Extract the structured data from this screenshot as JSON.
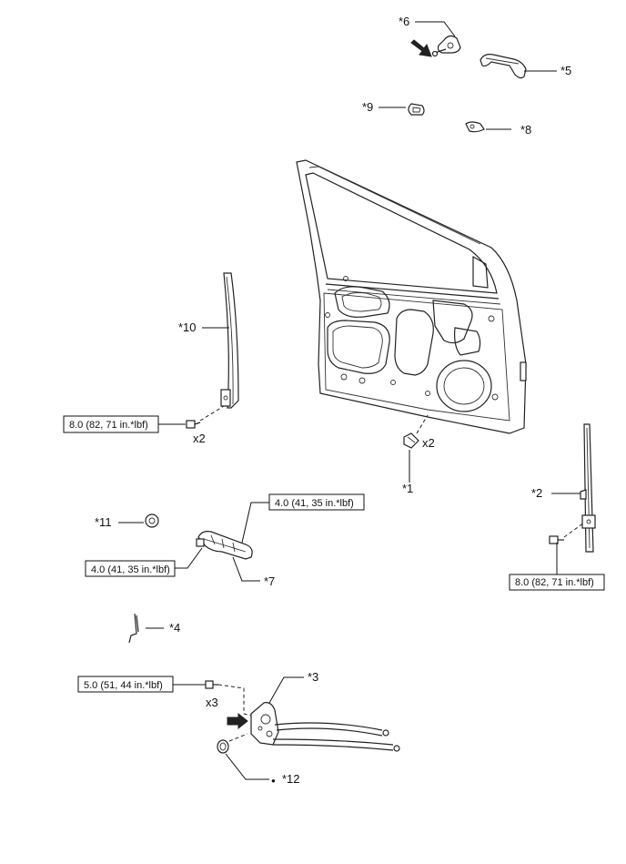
{
  "labels": {
    "p1": "*1",
    "p2": "*2",
    "p3": "*3",
    "p4": "*4",
    "p5": "*5",
    "p6": "*6",
    "p7": "*7",
    "p8": "*8",
    "p9": "*9",
    "p10": "*10",
    "p11": "*11",
    "p12": "*12",
    "bullet": "●"
  },
  "quantities": {
    "q_bolt_10": "x2",
    "q_bolt_1": "x2",
    "q_bolt_3": "x3"
  },
  "torques": {
    "t_10": "8.0 (82, 71 in.*lbf)",
    "t_2": "8.0 (82, 71 in.*lbf)",
    "t_7_upper": "4.0 (41, 35 in.*lbf)",
    "t_7_lower": "4.0 (41, 35 in.*lbf)",
    "t_3": "5.0 (51, 44 in.*lbf)"
  },
  "icons": {
    "arrow_6": "install-direction-arrow-icon",
    "arrow_3": "install-direction-arrow-icon"
  }
}
